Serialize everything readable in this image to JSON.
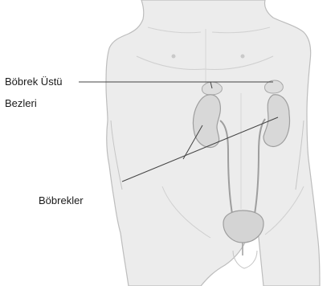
{
  "labels": {
    "adrenal_glands_line1": "Böbrek Üstü",
    "adrenal_glands_line2": "Bezleri",
    "kidneys": "Böbrekler"
  }
}
